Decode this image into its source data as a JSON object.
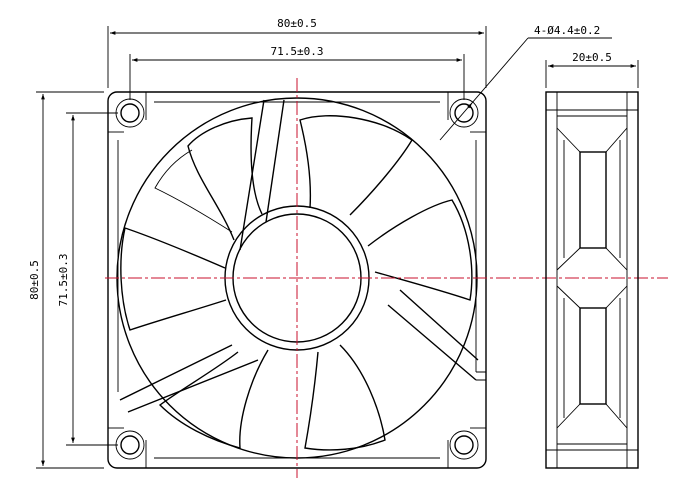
{
  "dimensions": {
    "overall_width": "80±0.5",
    "hole_spacing_horizontal": "71.5±0.3",
    "overall_height": "80±0.5",
    "hole_spacing_vertical": "71.5±0.3",
    "mounting_holes": "4-Ø4.4±0.2",
    "depth": "20±0.5"
  },
  "colors": {
    "line": "#000000",
    "centerline": "#c8102e"
  }
}
